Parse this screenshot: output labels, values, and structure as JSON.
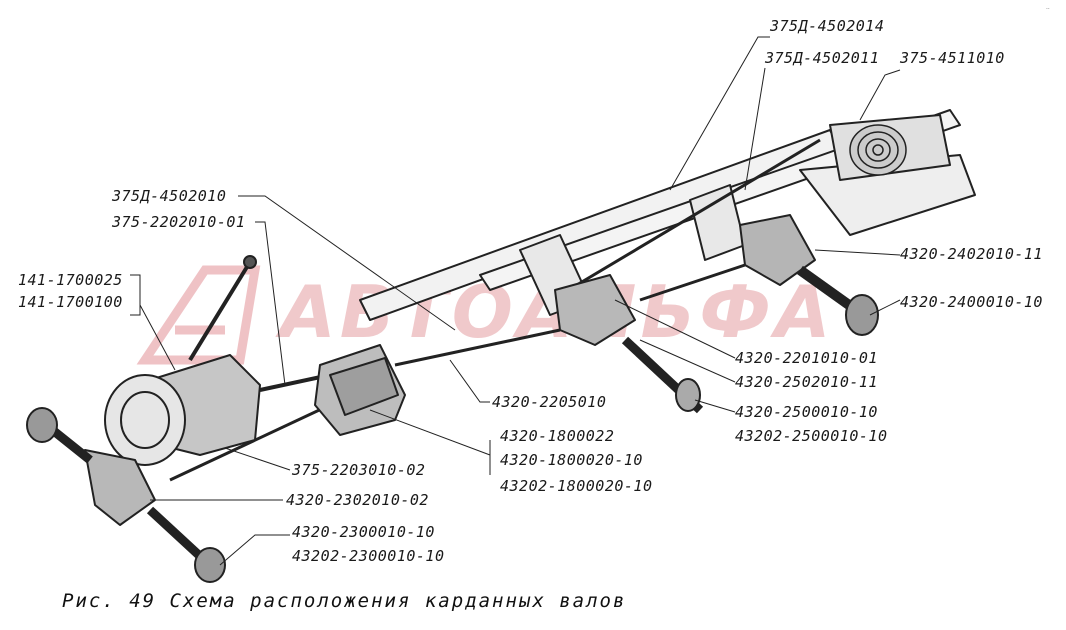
{
  "colors": {
    "ink": "#222222",
    "watermark": "#d9707a"
  },
  "watermark": {
    "text": "АВТОАЛЬФА"
  },
  "corner_mark": "..",
  "labels": {
    "l1": "375Д-4502014",
    "l2": "375Д-4502011",
    "l3": "375-4511010",
    "l4": "375Д-4502010",
    "l5": "375-2202010-01",
    "l6a": "141-1700025",
    "l6b": "141-1700100",
    "l7": "4320-2402010-11",
    "l8": "4320-2400010-10",
    "l9": "4320-2201010-01",
    "l10": "4320-2502010-11",
    "l11a": "4320-2500010-10",
    "l11b": "43202-2500010-10",
    "l12": "4320-2205010",
    "l13a": "4320-1800022",
    "l13b": "4320-1800020-10",
    "l13c": "43202-1800020-10",
    "l14": "375-2203010-02",
    "l15": "4320-2302010-02",
    "l16a": "4320-2300010-10",
    "l16b": "43202-2300010-10"
  },
  "caption": "Рис. 49 Схема расположения карданных валов"
}
